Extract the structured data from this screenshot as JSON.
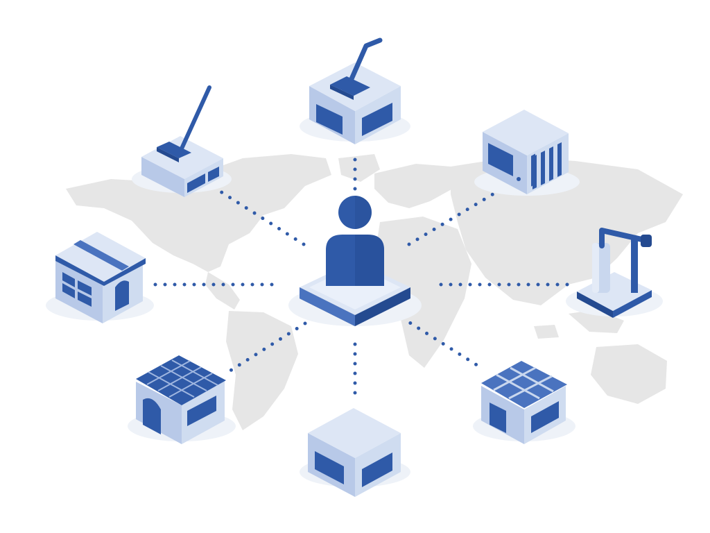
{
  "colors": {
    "accent": "#2f5aa8",
    "accent_dark": "#244a90",
    "box_top": "#dde6f5",
    "box_side": "#b8c9e8",
    "map": "#e6e6e6",
    "background": "#ffffff"
  },
  "hub": {
    "icon": "person-icon"
  },
  "nodes": [
    {
      "name": "vacuum-machine-left",
      "icon": "vacuum-cleaner-icon"
    },
    {
      "name": "vacuum-machine-top",
      "icon": "vacuum-cleaner-icon"
    },
    {
      "name": "server-unit",
      "icon": "server-rack-icon"
    },
    {
      "name": "store-front",
      "icon": "store-icon"
    },
    {
      "name": "crane-station",
      "icon": "crane-icon"
    },
    {
      "name": "solar-warehouse",
      "icon": "solar-building-icon"
    },
    {
      "name": "plain-box",
      "icon": "box-icon"
    },
    {
      "name": "grid-warehouse",
      "icon": "grid-building-icon"
    }
  ]
}
